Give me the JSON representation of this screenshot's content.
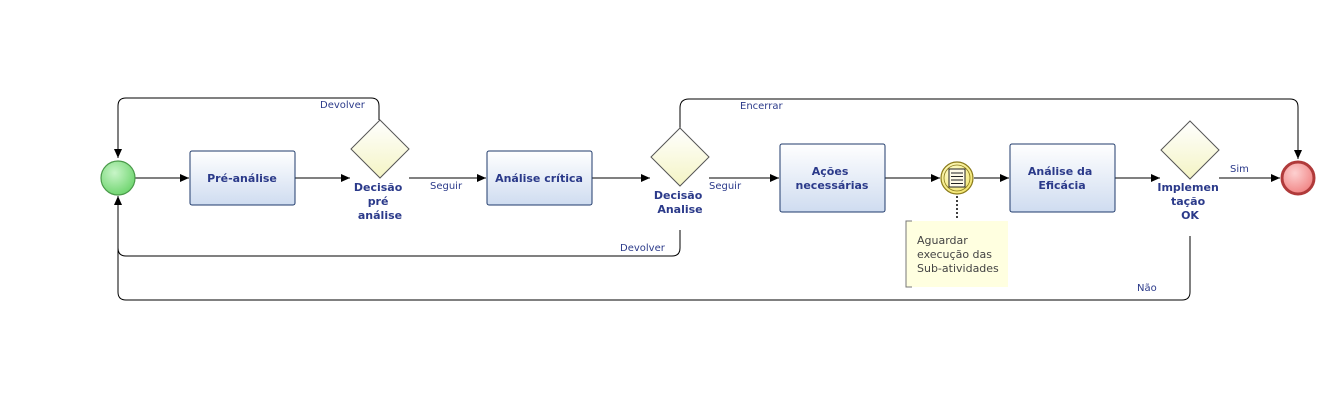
{
  "nodes": {
    "start": {
      "label": ""
    },
    "pre_analise": {
      "label": [
        "Pré-análise"
      ]
    },
    "decisao_pre": {
      "label": [
        "Decisão",
        "pré",
        "análise"
      ]
    },
    "analise_critica": {
      "label": [
        "Análise crítica"
      ]
    },
    "decisao_analise": {
      "label": [
        "Decisão",
        "Analise"
      ]
    },
    "acoes": {
      "label": [
        "Ações",
        "necessárias"
      ]
    },
    "analise_eficacia": {
      "label": [
        "Análise da",
        "Eficácia"
      ]
    },
    "implementacao": {
      "label": [
        "Implemen",
        "tação",
        "OK"
      ]
    },
    "end": {
      "label": ""
    }
  },
  "annotation": {
    "lines": [
      "Aguardar",
      "execução das",
      "Sub-atividades"
    ]
  },
  "edges": {
    "devolver_1": "Devolver",
    "seguir_1": "Seguir",
    "encerrar": "Encerrar",
    "seguir_2": "Seguir",
    "devolver_2": "Devolver",
    "sim": "Sim",
    "nao": "Não"
  },
  "colors": {
    "start_fill": "#8de08d",
    "start_stroke": "#4a9a4a",
    "end_fill": "#f4a0a0",
    "end_stroke": "#b03a3a",
    "task_top": "#ffffff",
    "task_bottom": "#cfdcf0",
    "gateway_fill": "#fafad2",
    "label": "#2b3a8a",
    "note_fill": "#ffffe0"
  }
}
